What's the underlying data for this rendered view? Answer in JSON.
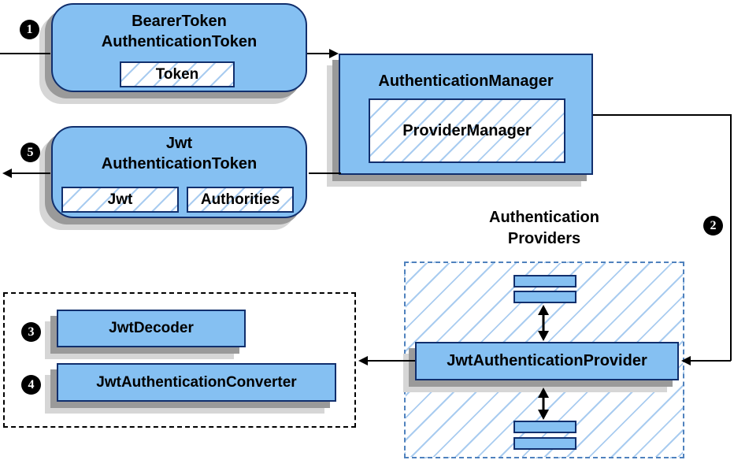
{
  "diagram": {
    "badges": {
      "s1": "1",
      "s2": "2",
      "s3": "3",
      "s4": "4",
      "s5": "5"
    },
    "bearer_box": {
      "line1": "BearerToken",
      "line2": "AuthenticationToken",
      "chip": "Token"
    },
    "manager_box": {
      "title": "AuthenticationManager",
      "inner": "ProviderManager"
    },
    "jwt_box": {
      "line1": "Jwt",
      "line2": "AuthenticationToken",
      "chip1": "Jwt",
      "chip2": "Authorities"
    },
    "providers": {
      "label_line1": "Authentication",
      "label_line2": "Providers",
      "provider": "JwtAuthenticationProvider"
    },
    "resolvers": {
      "decoder": "JwtDecoder",
      "converter": "JwtAuthenticationConverter"
    },
    "colors": {
      "node_fill": "#85c0f2",
      "node_border": "#112f6d",
      "hatch_line": "#a9ccf0",
      "providers_dash": "#4f81bd",
      "dotted_border": "#000000",
      "shadow_dark": "#9a9a9a",
      "shadow_light": "#d6d6d6",
      "arrow": "#000000",
      "badge_bg": "#000000",
      "badge_text": "#ffffff"
    }
  }
}
